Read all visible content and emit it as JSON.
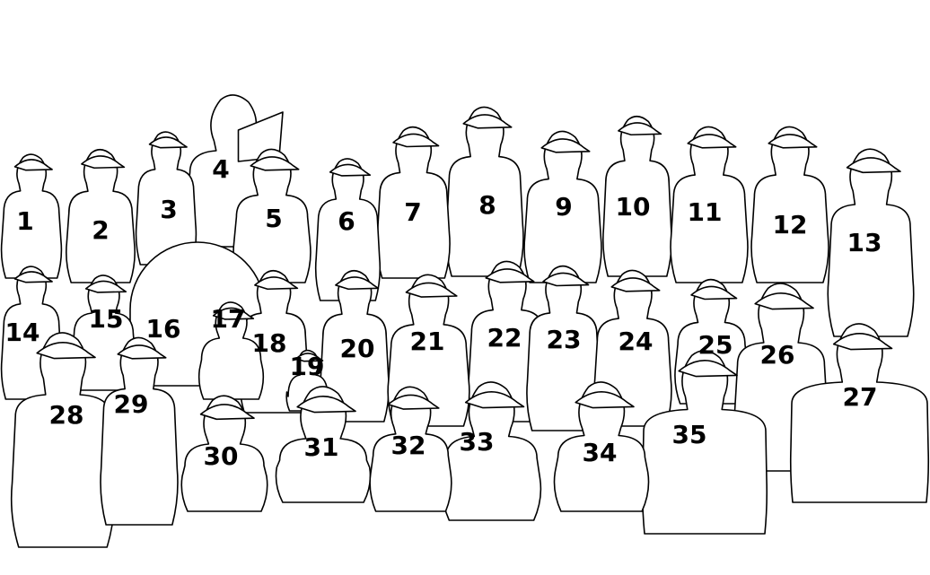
{
  "labels": [
    "1",
    "2",
    "3",
    "4",
    "5",
    "6",
    "7",
    "8",
    "9",
    "10",
    "11",
    "12",
    "13",
    "14",
    "15",
    "16",
    "17",
    "18",
    "19",
    "20",
    "21",
    "22",
    "23",
    "24",
    "25",
    "26",
    "27",
    "28",
    "29",
    "30",
    "31",
    "32",
    "33",
    "34",
    "35"
  ],
  "colors": {
    "outline": "#000000",
    "background": "#ffffff",
    "text": "#000000"
  }
}
